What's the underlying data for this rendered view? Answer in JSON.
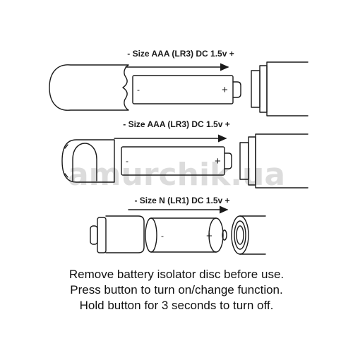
{
  "battery_labels": [
    "- Size AAA (LR3) DC 1.5v +",
    "- Size AAA (LR3) DC 1.5v +",
    "- Size N (LR1) DC 1.5v +"
  ],
  "polarity": {
    "negative": "-",
    "positive": "+"
  },
  "watermark": "amurchik.ua",
  "instructions": [
    "Remove battery isolator disc before use.",
    "Press button to turn on/change function.",
    "Hold button for 3 seconds to turn off."
  ]
}
